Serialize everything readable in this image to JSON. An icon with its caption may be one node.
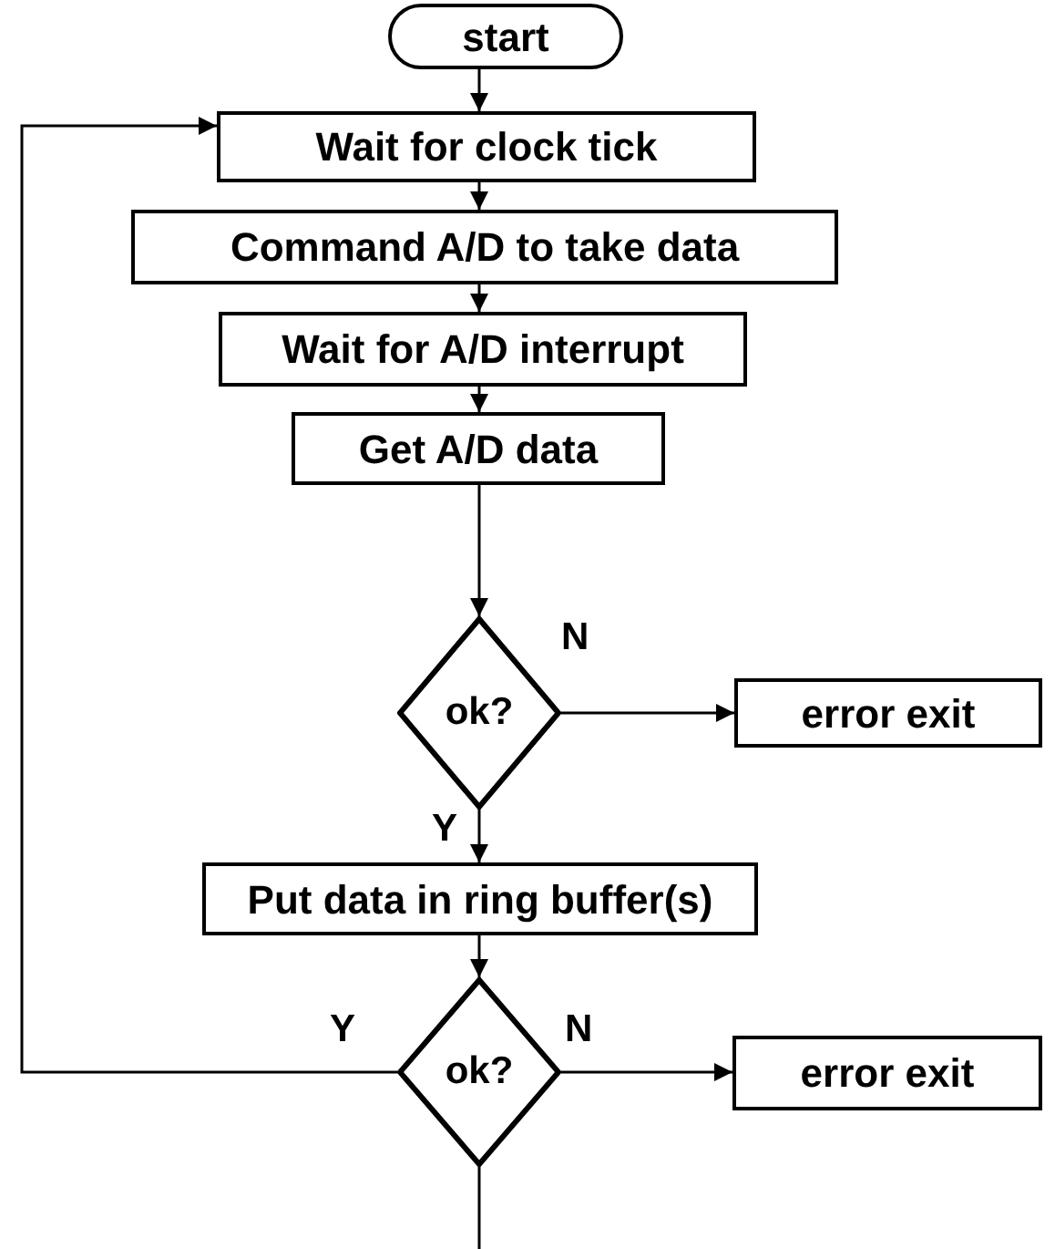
{
  "diagram": {
    "nodes": [
      {
        "text": [
          "start"
        ]
      },
      {
        "text": [
          "Wait for clock tick"
        ]
      },
      {
        "text": [
          "Command A/D to take data"
        ]
      },
      {
        "text": [
          "Wait for A/D interrupt"
        ]
      },
      {
        "text": [
          "Get A/D data"
        ]
      },
      {
        "text": [
          "ok?"
        ]
      },
      {
        "text": [
          "error exit"
        ]
      },
      {
        "text": [
          "Put data in ring buffer(s)"
        ]
      },
      {
        "text": [
          "ok?"
        ]
      },
      {
        "text": [
          "error exit"
        ]
      }
    ],
    "edges": [
      {
        "from": 0,
        "to": 1,
        "arrow": "to"
      },
      {
        "from": 1,
        "to": 2,
        "arrow": "to"
      },
      {
        "from": 2,
        "to": 3,
        "arrow": "to"
      },
      {
        "from": 3,
        "to": 4,
        "arrow": "to"
      },
      {
        "from": 4,
        "to": 5,
        "arrow": "to"
      },
      {
        "from": 5,
        "to": 6,
        "arrow": "to",
        "label": "N"
      },
      {
        "from": 5,
        "to": 7,
        "arrow": "to",
        "label": "Y"
      },
      {
        "from": 7,
        "to": 8,
        "arrow": "to"
      },
      {
        "from": 8,
        "to": 9,
        "arrow": "to",
        "label": "N"
      },
      {
        "from": 8,
        "to": 1,
        "arrow": "to",
        "label": "Y"
      },
      {
        "from": 8,
        "to": null,
        "arrow": "none"
      }
    ]
  }
}
